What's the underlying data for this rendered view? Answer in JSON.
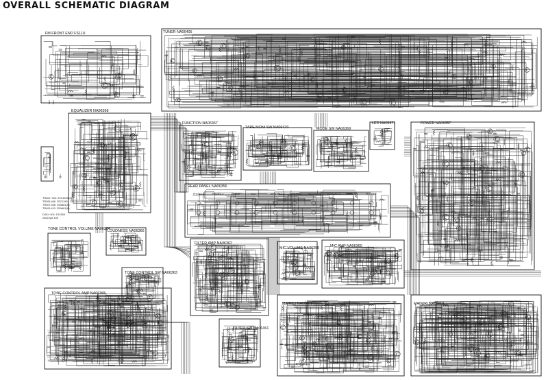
{
  "title": "OVERALL SCHEMATIC DIAGRAM",
  "blocks": [
    {
      "key": "fm",
      "label": "FM FRONT END  FS11U"
    },
    {
      "key": "tuner",
      "label": "TUNER  NA06405"
    },
    {
      "key": "equalizer",
      "label": "EQUALIZER  NA06368"
    },
    {
      "key": "function",
      "label": "FUNCTION  NA06367"
    },
    {
      "key": "tapemon",
      "label": "TAPE MONI SW  NA06370"
    },
    {
      "key": "modesw",
      "label": "MODE SW NA06369"
    },
    {
      "key": "led",
      "label": "LED  NA06371"
    },
    {
      "key": "power",
      "label": "POWER  NA06357"
    },
    {
      "key": "rear",
      "label": "REAR PANEL  NA06356"
    },
    {
      "key": "tcvol",
      "label": "TONE CONTROL VOLUME  NA06364"
    },
    {
      "key": "loudness",
      "label": "LOUDNESS  NA06366"
    },
    {
      "key": "tcsw",
      "label": "TONE CONTROL SW  NA06363"
    },
    {
      "key": "tcamp",
      "label": "TONE CONTROL AMP  NA06365"
    },
    {
      "key": "filtamp",
      "label": "FILTER AMP  NA06362"
    },
    {
      "key": "micvol",
      "label": "MIC VOLUME  NA06359"
    },
    {
      "key": "micamp",
      "label": "MIC AMP  NA06360"
    },
    {
      "key": "filtsw",
      "label": "FILTER SW  NA06361"
    },
    {
      "key": "mainl",
      "label": "MAIN(L)  NA06401"
    },
    {
      "key": "mainr",
      "label": "MAIN(R)  NA06401"
    }
  ],
  "rear_jacks": [
    "PHONO-1",
    "PHONO-2",
    "TUNER",
    "AUX",
    "TAPE PB-1",
    "TAPE PB-2",
    "REC OUT-1",
    "REC OUT-2",
    "MAIN IN",
    "PRE OUT"
  ],
  "notes": {
    "eq_transistors": "TR401~404: 2SC1400(A)\nTR405,406: 2SC1345\nTR407,408: 2SA681(A)\nTR409,410: 2SA681(A)",
    "eq_diodes": "D401~404: 1S1555\n2A00   MZ-100"
  }
}
